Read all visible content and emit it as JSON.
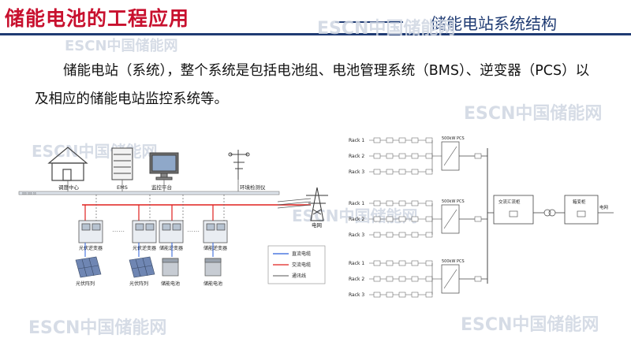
{
  "slide": {
    "title": "储能电池的工程应用",
    "subtitle": "储能电站系统结构",
    "body": "储能电站（系统），整个系统是包括电池组、电池管理系统（BMS）、逆变器（PCS）以及相应的储能电站监控系统等。"
  },
  "watermark": {
    "text": "ESCN中国储能网"
  },
  "diagram_left": {
    "labels": {
      "dispatch": "调度中心",
      "ems": "EMS",
      "monitor": "监控平台",
      "env": "环境检测仪",
      "grid": "电网",
      "pv_inverter": "光伏逆变器",
      "storage_converter": "储能逆变器",
      "pv_array": "光伏阵列",
      "storage_battery": "储能电池"
    },
    "legend": [
      {
        "label": "直流电缆",
        "color": "#2b5fd9"
      },
      {
        "label": "交流电缆",
        "color": "#e0201f"
      },
      {
        "label": "通讯线",
        "color": "#555555"
      }
    ]
  },
  "diagram_right": {
    "rack_labels": [
      "Rack 1",
      "Rack 2",
      "Rack 3"
    ],
    "pcs_label": "500kW PCS",
    "box_labels": {
      "combiner": "交流汇流柜",
      "transformer": "箱变柜"
    },
    "grid_label": "电网"
  }
}
